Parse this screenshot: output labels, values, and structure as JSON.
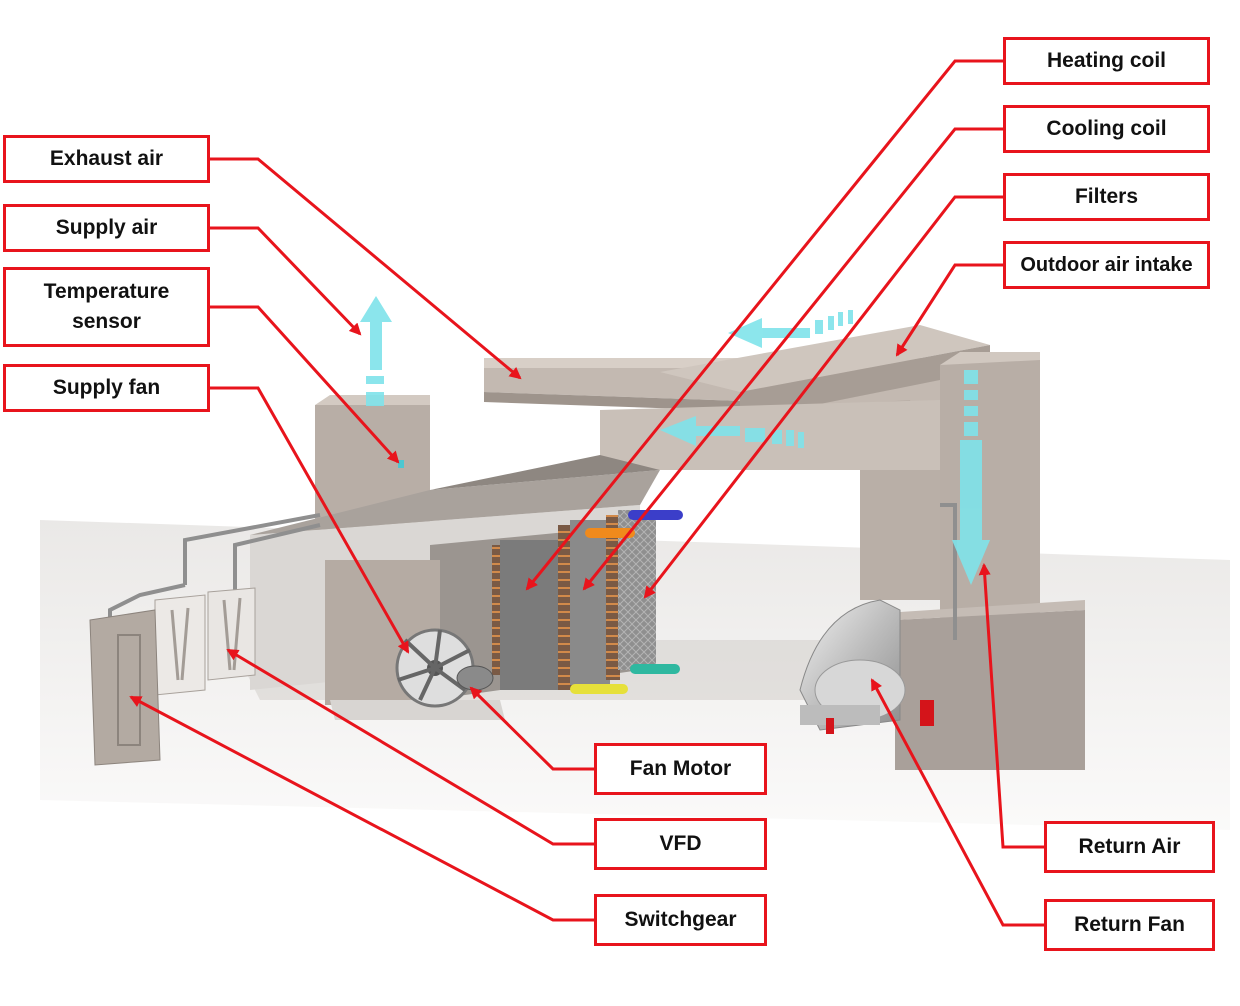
{
  "labels": {
    "heating_coil": "Heating coil",
    "cooling_coil": "Cooling coil",
    "filters": "Filters",
    "outdoor_air_intake": "Outdoor air intake",
    "exhaust_air": "Exhaust air",
    "supply_air": "Supply air",
    "temperature_sensor": "Temperature\nsensor",
    "supply_fan": "Supply fan",
    "fan_motor": "Fan Motor",
    "vfd": "VFD",
    "switchgear": "Switchgear",
    "return_air": "Return Air",
    "return_fan": "Return Fan"
  },
  "colors": {
    "callout": "#e8141c",
    "duct": "#b6aca4",
    "duct_dark": "#988d85",
    "airflow": "#7fe3ea",
    "copper": "#c0713a",
    "floor_shadow": "#e6e4e2"
  }
}
